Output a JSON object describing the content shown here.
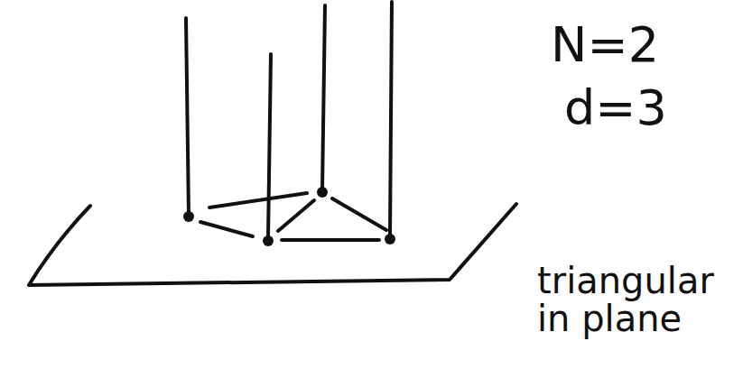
{
  "diagram": {
    "labels": [
      "N=2",
      "d=3",
      "triangular in plane"
    ]
  }
}
